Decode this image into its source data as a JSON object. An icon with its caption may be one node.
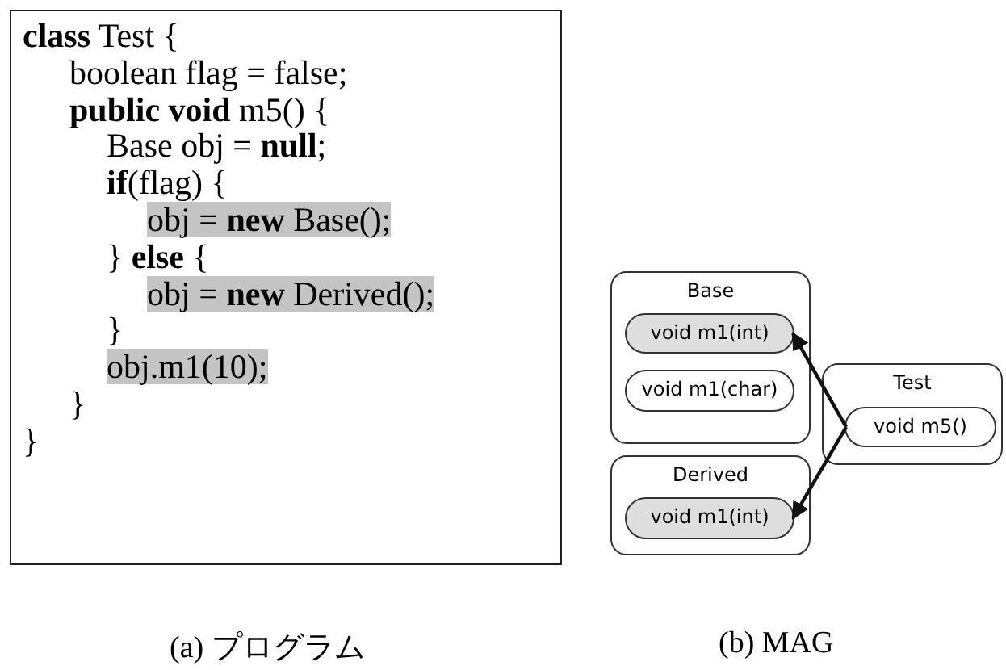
{
  "diagram": {
    "nodes": [
      {
        "text": [
          "**class** Test {",
          "boolean flag = false;",
          "**public void** m5() {",
          "Base obj = **null**;",
          "**if**(flag) {",
          "obj = **new** Base();",
          "} **else** {",
          "obj = **new** Derived();",
          "}",
          "obj.m1(10);",
          "}",
          "}"
        ]
      },
      {
        "text": [
          "Base"
        ]
      },
      {
        "text": [
          "void m1(int)"
        ],
        "in": 1
      },
      {
        "text": [
          "void m1(char)"
        ],
        "in": 1
      },
      {
        "text": [
          "Derived"
        ]
      },
      {
        "text": [
          "void m1(int)"
        ],
        "in": 4
      },
      {
        "text": [
          "Test"
        ]
      },
      {
        "text": [
          "void m5()"
        ],
        "in": 6
      }
    ],
    "edges": [
      {
        "from": 7,
        "to": 2,
        "arrow": "to"
      },
      {
        "from": 7,
        "to": 5,
        "arrow": "to"
      }
    ],
    "labels": [
      "(a) プログラム",
      "(b) MAG"
    ]
  }
}
